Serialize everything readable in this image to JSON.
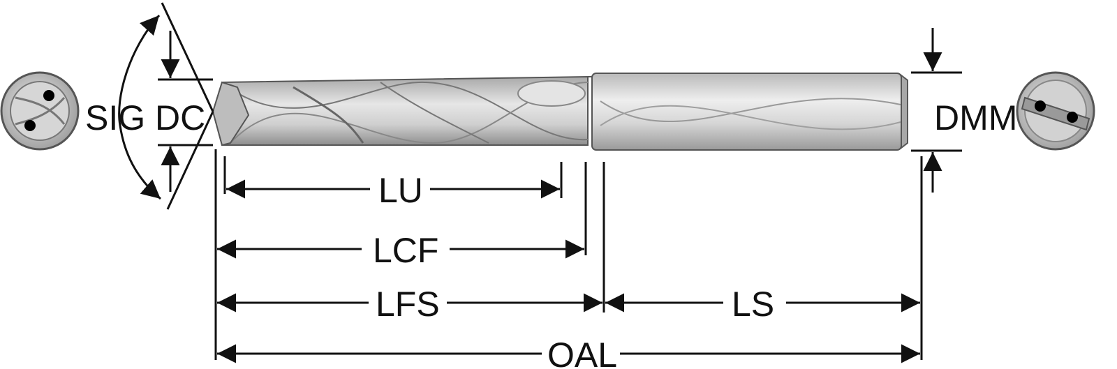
{
  "labels": {
    "sig": "SIG",
    "dc": "DC",
    "dmm": "DMM",
    "lu": "LU",
    "lcf": "LCF",
    "lfs": "LFS",
    "ls": "LS",
    "oal": "OAL"
  },
  "colors": {
    "ink": "#111111",
    "metal_light": "#e9e9e9",
    "metal_mid": "#c7c7c7",
    "metal_dark": "#8a8a8a",
    "coolant_hole": "#000000"
  },
  "icons": {
    "tip_end_view": "drill-tip-end-view-icon",
    "shank_end_view": "drill-shank-end-view-icon"
  }
}
